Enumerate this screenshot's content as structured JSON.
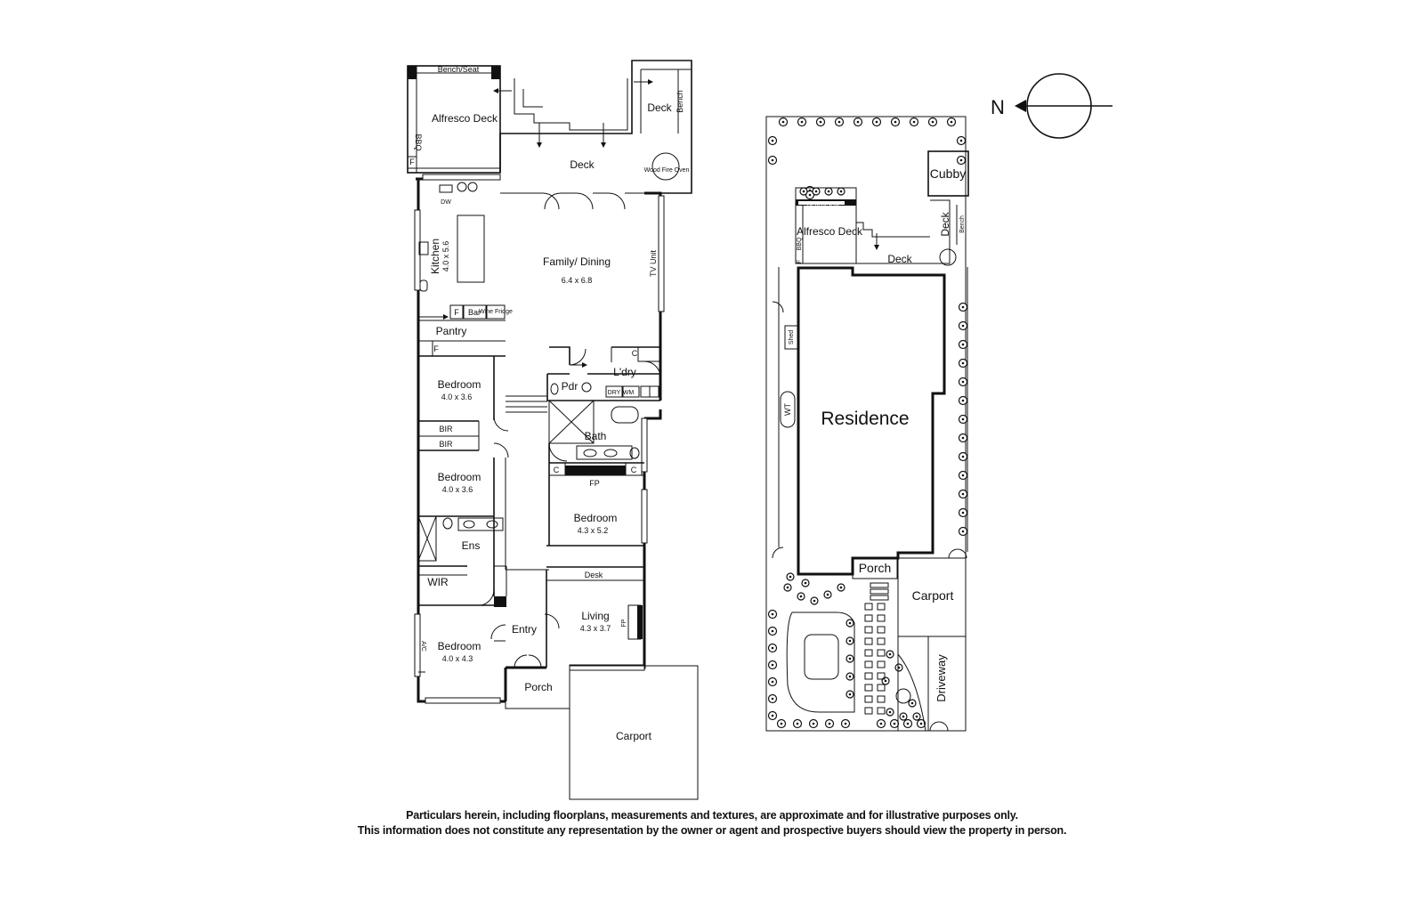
{
  "floor_plan": {
    "rooms": [
      {
        "name": "Bench/Seat"
      },
      {
        "name": "Alfresco Deck"
      },
      {
        "name": "BBQ"
      },
      {
        "name": "F"
      },
      {
        "name": "Deck"
      },
      {
        "name": "Bench"
      },
      {
        "name": "Deck"
      },
      {
        "name": "Wood Fire Oven"
      },
      {
        "name": "DW"
      },
      {
        "name": "Kitchen",
        "size": "4.0 x 5.6"
      },
      {
        "name": "Family/ Dining",
        "size": "6.4 x 6.8"
      },
      {
        "name": "TV Unit"
      },
      {
        "name": "F"
      },
      {
        "name": "Bar"
      },
      {
        "name": "Wine Fridge"
      },
      {
        "name": "Pantry"
      },
      {
        "name": "F"
      },
      {
        "name": "C"
      },
      {
        "name": "L'dry"
      },
      {
        "name": "Pdr"
      },
      {
        "name": "DRY"
      },
      {
        "name": "WM"
      },
      {
        "name": "Bedroom",
        "size": "4.0 x 3.6"
      },
      {
        "name": "BIR"
      },
      {
        "name": "BIR"
      },
      {
        "name": "Bath"
      },
      {
        "name": "Bedroom",
        "size": "4.0 x 3.6"
      },
      {
        "name": "C"
      },
      {
        "name": "FP"
      },
      {
        "name": "C"
      },
      {
        "name": "Bedroom",
        "size": "4.3 x 5.2"
      },
      {
        "name": "Ens"
      },
      {
        "name": "WIR"
      },
      {
        "name": "Desk"
      },
      {
        "name": "Living",
        "size": "4.3 x 3.7"
      },
      {
        "name": "FP"
      },
      {
        "name": "Entry"
      },
      {
        "name": "A/C"
      },
      {
        "name": "Bedroom",
        "size": "4.0 x 4.3"
      },
      {
        "name": "Porch"
      },
      {
        "name": "Carport"
      }
    ]
  },
  "site_plan": {
    "labels": [
      "Cubby",
      "Bench/Seat",
      "Alfresco Deck",
      "BBQ",
      "F",
      "Deck",
      "Bench",
      "Deck",
      "Shed",
      "WT",
      "Residence",
      "Porch",
      "Carport",
      "Driveway"
    ]
  },
  "compass": {
    "label": "N"
  },
  "disclaimer": {
    "line1": "Particulars herein, including floorplans, measurements and textures, are approximate and for illustrative purposes only.",
    "line2": "This information does not constitute any representation by the owner or agent and prospective buyers should view the property in person."
  }
}
